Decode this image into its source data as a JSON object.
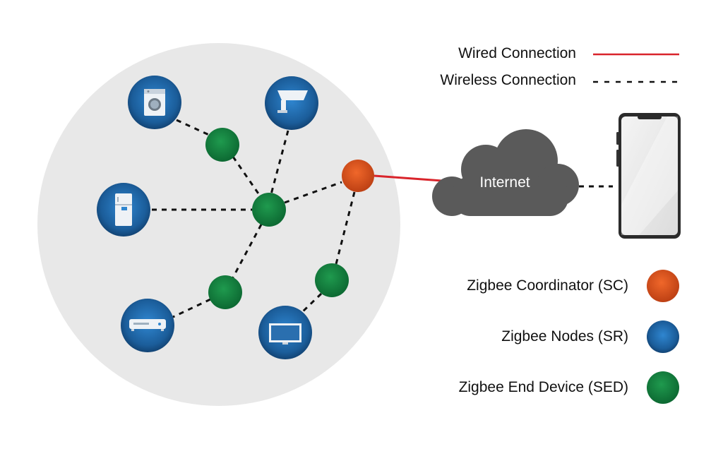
{
  "legend": {
    "wired": {
      "label": "Wired Connection",
      "color": "#d9242b"
    },
    "wireless": {
      "label": "Wireless Connection",
      "color": "#111111"
    }
  },
  "cloud": {
    "label": "Internet",
    "color": "#5a5a5a"
  },
  "roles": {
    "coordinator": {
      "label": "Zigbee Coordinator (SC)",
      "color": "#e0501c"
    },
    "nodes": {
      "label": "Zigbee Nodes (SR)",
      "color": "#1f6fb5"
    },
    "end_device": {
      "label": "Zigbee End Device (SED)",
      "color": "#0f7a3a"
    }
  },
  "devices": [
    "washing-machine",
    "security-camera",
    "refrigerator",
    "set-top-box",
    "television"
  ],
  "network_background": "#e8e8e8"
}
